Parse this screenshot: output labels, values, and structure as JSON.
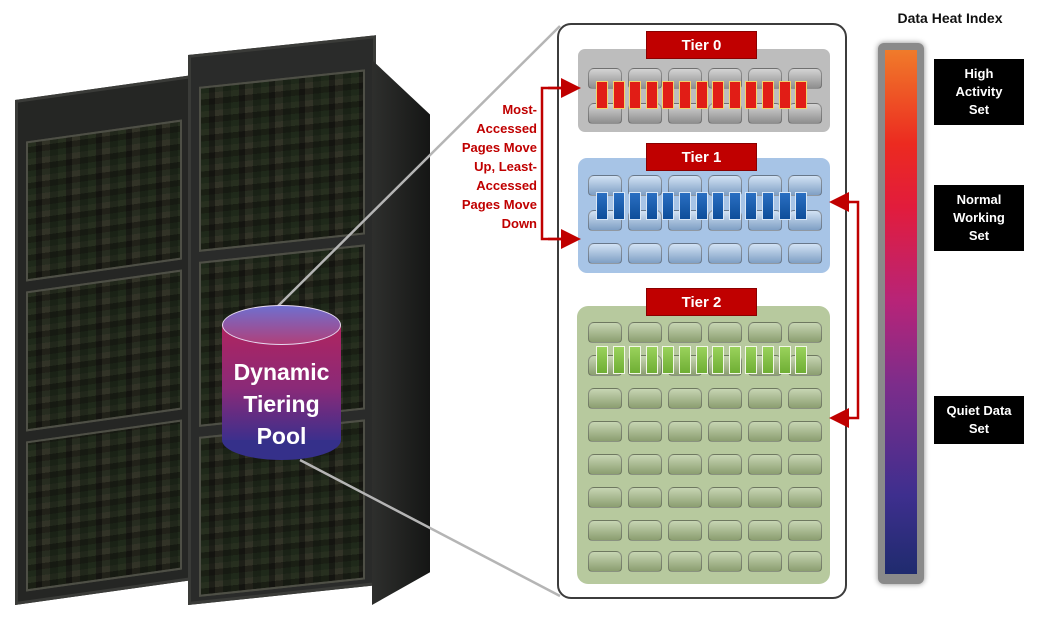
{
  "cylinder": {
    "line1": "Dynamic",
    "line2": "Tiering",
    "line3": "Pool"
  },
  "tiers": [
    {
      "label": "Tier 0"
    },
    {
      "label": "Tier 1"
    },
    {
      "label": "Tier 2"
    }
  ],
  "movement_note": {
    "lines": [
      "Most-",
      "Accessed",
      "Pages Move",
      "Up, Least-",
      "Accessed",
      "Pages Move",
      "Down"
    ]
  },
  "heat_index": {
    "title": "Data Heat Index",
    "labels": [
      {
        "line1": "High",
        "line2": "Activity",
        "line3": "Set"
      },
      {
        "line1": "Normal",
        "line2": "Working",
        "line3": "Set"
      },
      {
        "line1": "Quiet Data",
        "line2": "Set"
      }
    ]
  },
  "colors": {
    "tier_tag": "#c00000",
    "annotation_text": "#c00000",
    "hot_page": "#e11d16",
    "warm_page": "#1a5fb4",
    "cool_page": "#8cc64a"
  }
}
